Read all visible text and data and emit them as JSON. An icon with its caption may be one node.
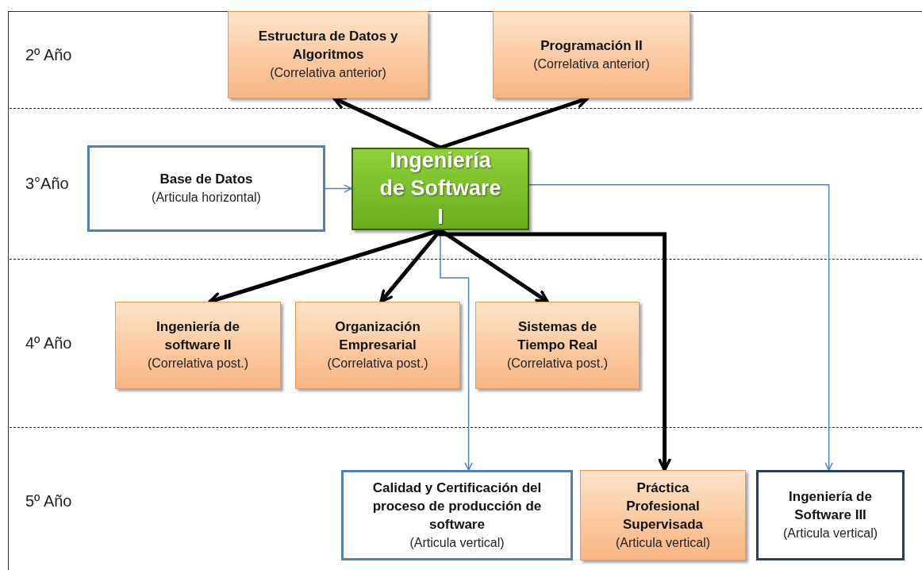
{
  "diagram": {
    "nodes": [
      {
        "text": [
          "Estructura de Datos y Algoritmos",
          "(Correlativa anterior)"
        ]
      },
      {
        "text": [
          "Programación II",
          "(Correlativa anterior)"
        ]
      },
      {
        "text": [
          "Base de Datos",
          "(Articula horizontal)"
        ]
      },
      {
        "text": [
          "Ingeniería de Software I"
        ]
      },
      {
        "text": [
          "Ingeniería de software II",
          "(Correlativa post.)"
        ]
      },
      {
        "text": [
          "Organización Empresarial",
          "(Correlativa post.)"
        ]
      },
      {
        "text": [
          "Sistemas de Tiempo Real",
          "(Correlativa post.)"
        ]
      },
      {
        "text": [
          "Calidad y Certificación del proceso de producción de software",
          "(Articula vertical)"
        ]
      },
      {
        "text": [
          "Práctica Profesional Supervisada",
          "(Articula vertical)"
        ]
      },
      {
        "text": [
          "Ingeniería de Software III",
          "(Articula vertical)"
        ]
      }
    ],
    "edges": [
      {
        "from": 3,
        "to": 0,
        "arrow": "to"
      },
      {
        "from": 3,
        "to": 1,
        "arrow": "to"
      },
      {
        "from": 2,
        "to": 3,
        "arrow": "to",
        "color": "#4f81bd"
      },
      {
        "from": 3,
        "to": 4,
        "arrow": "to"
      },
      {
        "from": 3,
        "to": 5,
        "arrow": "to"
      },
      {
        "from": 3,
        "to": 6,
        "arrow": "to"
      },
      {
        "from": 3,
        "to": 7,
        "arrow": "to",
        "color": "#4f81bd"
      },
      {
        "from": 3,
        "to": 8,
        "arrow": "to"
      },
      {
        "from": 3,
        "to": 9,
        "arrow": "to",
        "color": "#4f81bd"
      }
    ],
    "labels": [
      "2º Año",
      "3°Año",
      "4º Año",
      "5º Año"
    ]
  }
}
